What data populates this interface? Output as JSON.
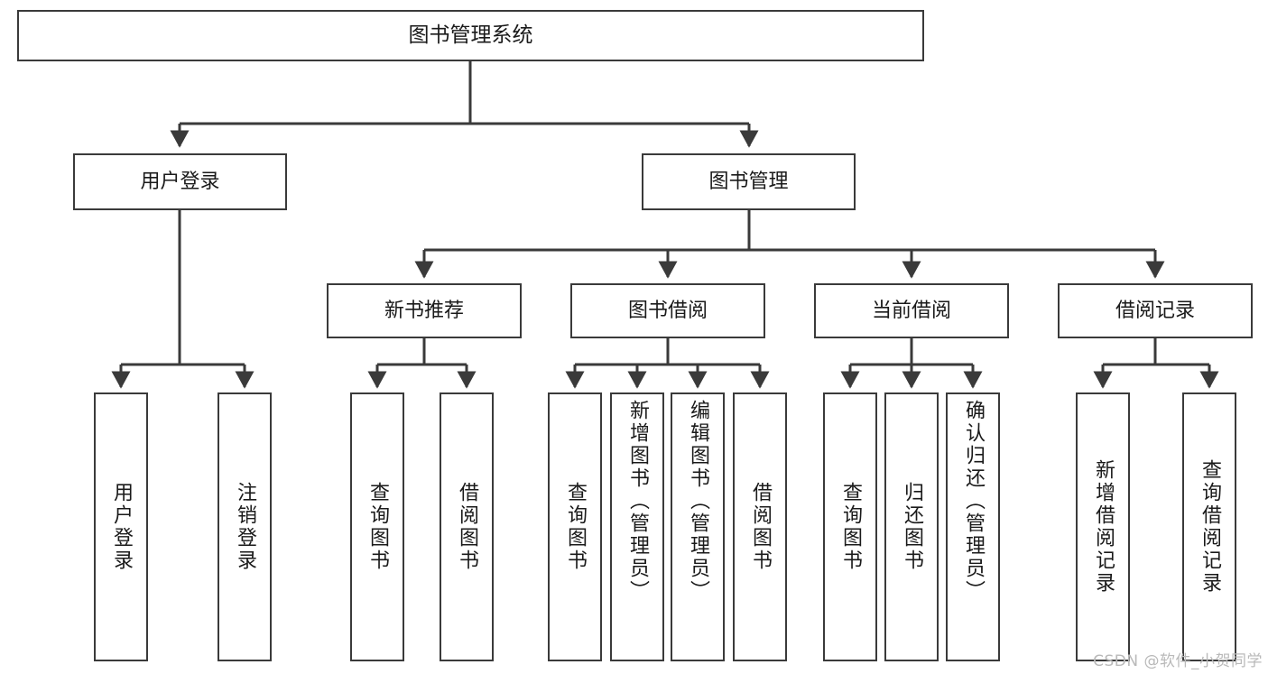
{
  "diagram": {
    "title": "图书管理系统",
    "type": "tree",
    "style": {
      "box_border_color": "#3a3a3a",
      "box_fill": "#ffffff",
      "edge_color": "#3a3a3a",
      "text_color": "#1a1a1a",
      "background": "#ffffff"
    },
    "root": {
      "label": "图书管理系统"
    },
    "level1": [
      {
        "label": "用户登录"
      },
      {
        "label": "图书管理"
      }
    ],
    "level2": [
      {
        "label": "新书推荐"
      },
      {
        "label": "图书借阅"
      },
      {
        "label": "当前借阅"
      },
      {
        "label": "借阅记录"
      }
    ],
    "leaves": [
      {
        "label": "用户登录",
        "parent": "用户登录"
      },
      {
        "label": "注销登录",
        "parent": "用户登录"
      },
      {
        "label": "查询图书",
        "parent": "新书推荐"
      },
      {
        "label": "借阅图书",
        "parent": "新书推荐"
      },
      {
        "label": "查询图书",
        "parent": "图书借阅"
      },
      {
        "label": "新增图书（管理员）",
        "parent": "图书借阅"
      },
      {
        "label": "编辑图书（管理员）",
        "parent": "图书借阅"
      },
      {
        "label": "借阅图书",
        "parent": "图书借阅"
      },
      {
        "label": "查询图书",
        "parent": "当前借阅"
      },
      {
        "label": "归还图书",
        "parent": "当前借阅"
      },
      {
        "label": "确认归还（管理员）",
        "parent": "当前借阅"
      },
      {
        "label": "新增借阅记录",
        "parent": "借阅记录"
      },
      {
        "label": "查询借阅记录",
        "parent": "借阅记录"
      }
    ]
  },
  "watermark": {
    "text": "CSDN @软件_小贺同学"
  }
}
